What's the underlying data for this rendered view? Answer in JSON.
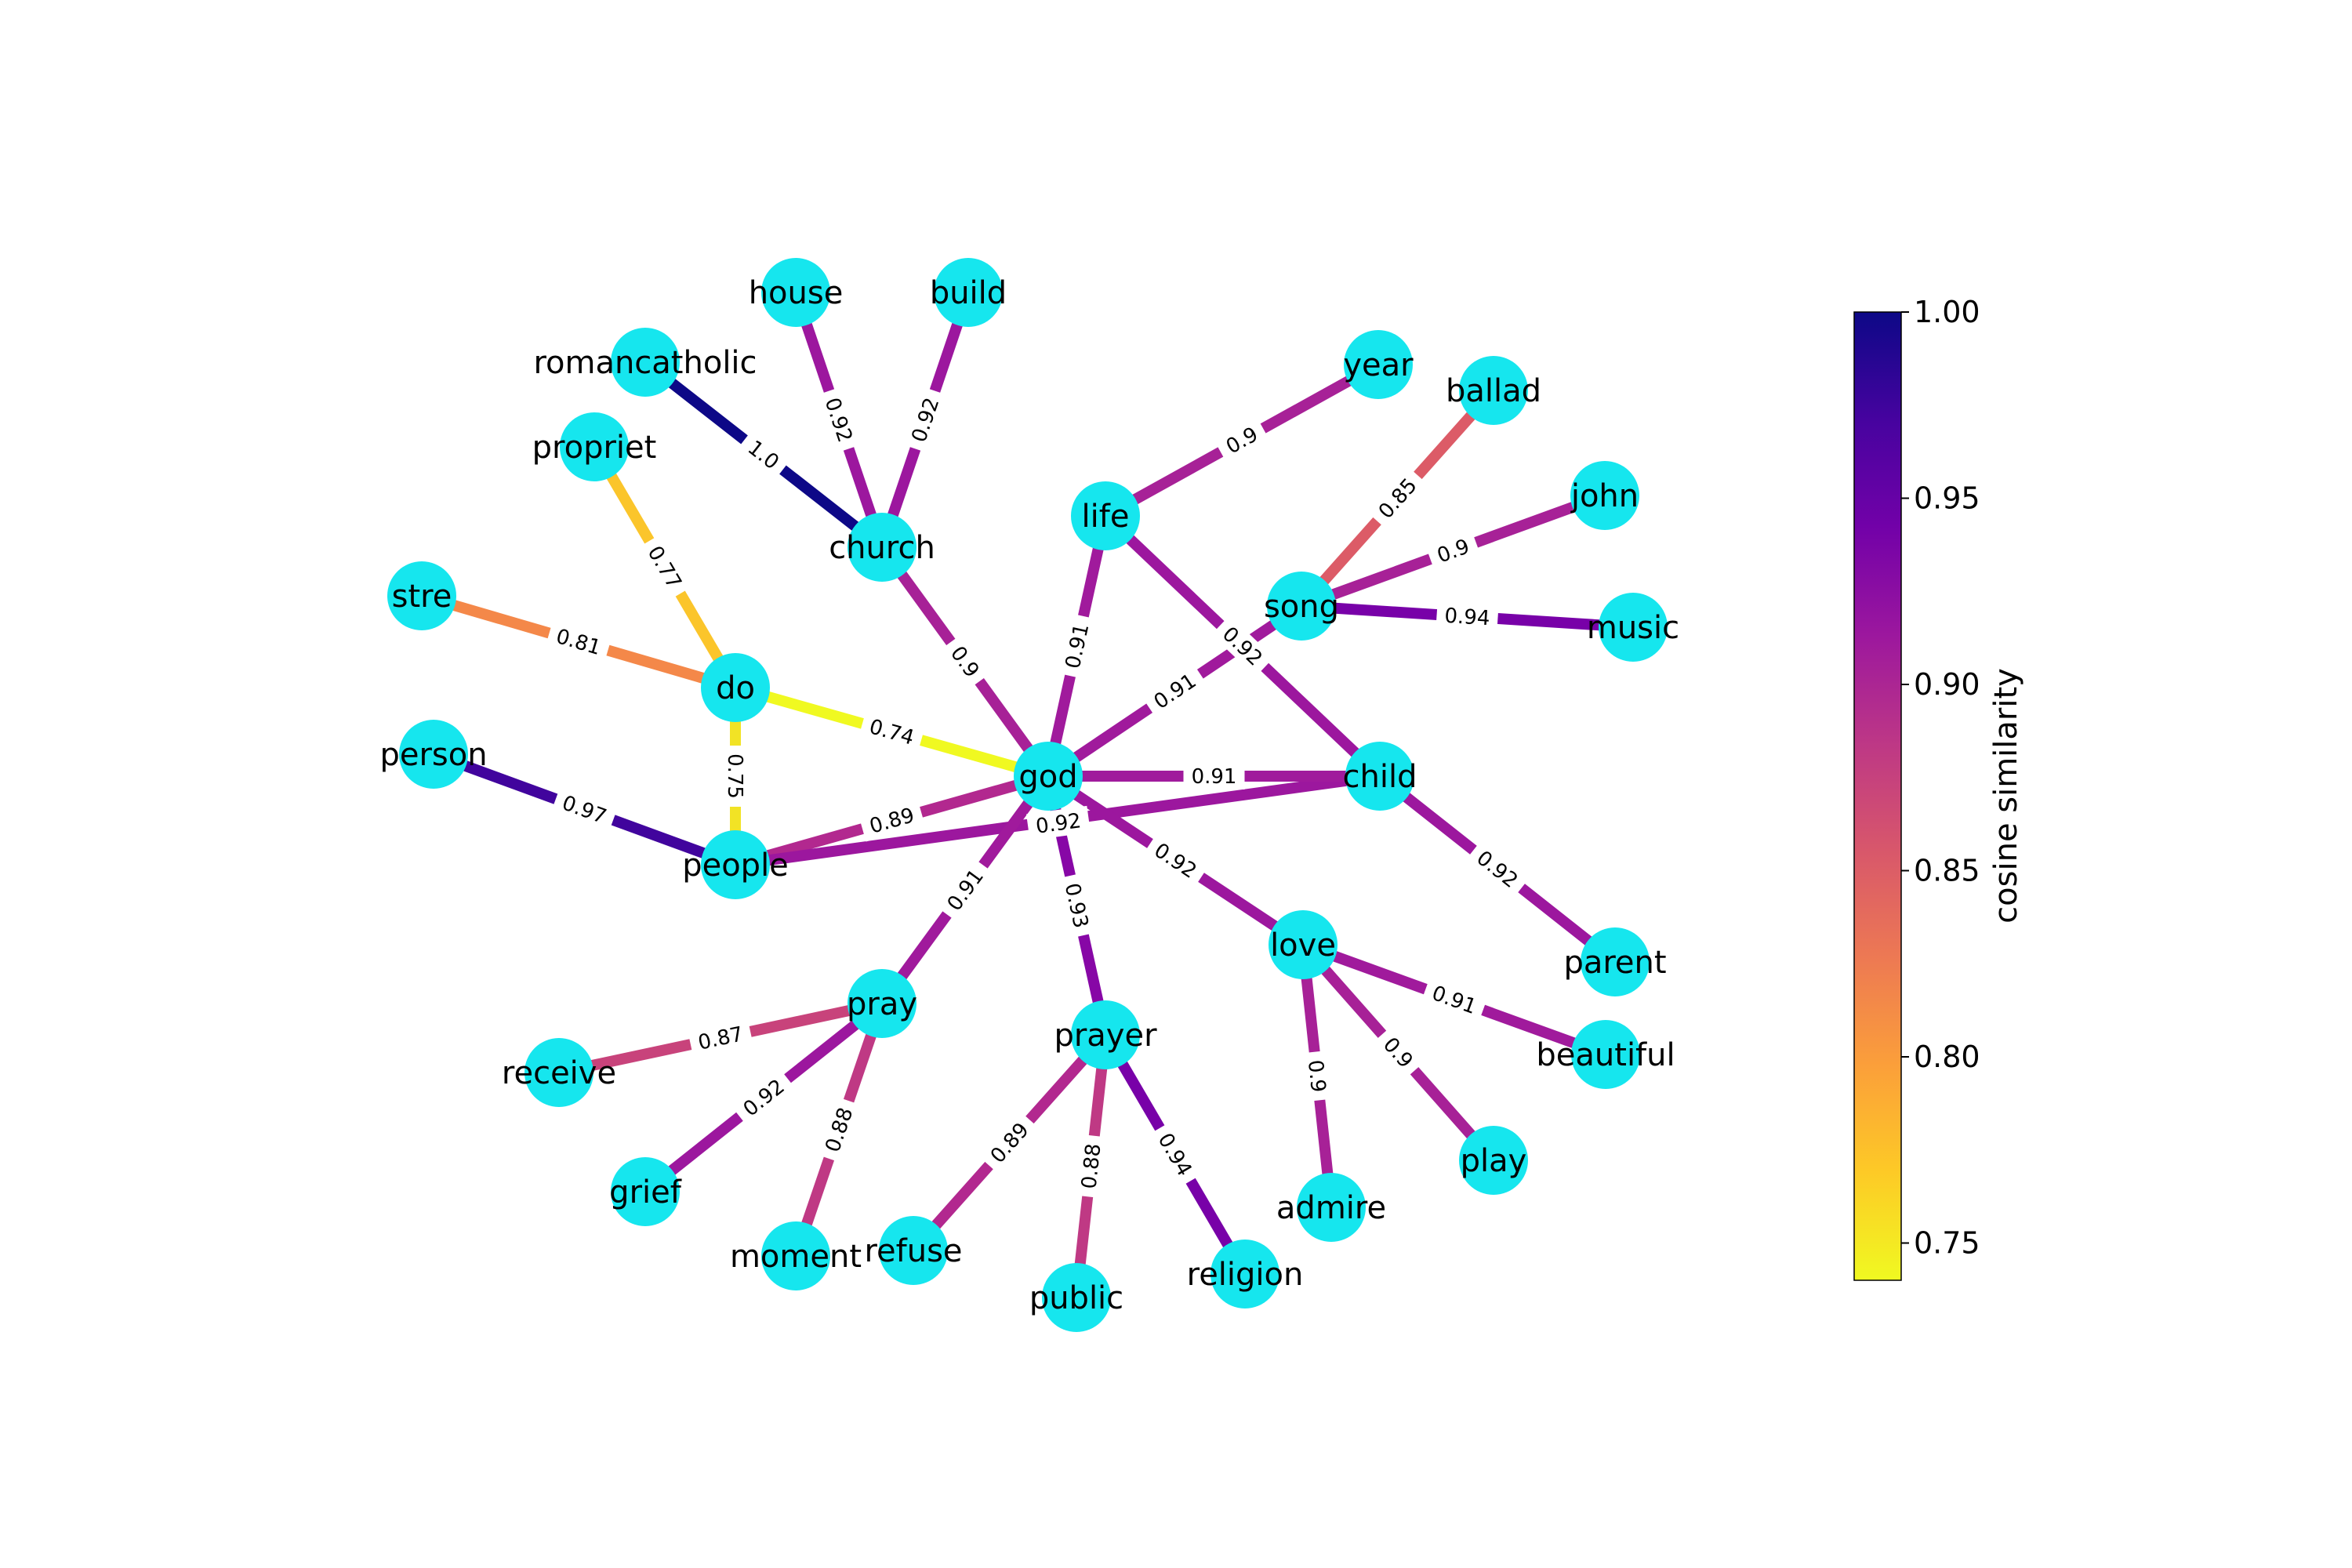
{
  "diagram": {
    "nodes": [
      {
        "id": "god",
        "label": "god"
      },
      {
        "id": "church",
        "label": "church"
      },
      {
        "id": "house",
        "label": "house"
      },
      {
        "id": "build",
        "label": "build"
      },
      {
        "id": "romancatholic",
        "label": "romancatholic"
      },
      {
        "id": "propriet",
        "label": "propriet"
      },
      {
        "id": "stre",
        "label": "stre"
      },
      {
        "id": "do",
        "label": "do"
      },
      {
        "id": "person",
        "label": "person"
      },
      {
        "id": "people",
        "label": "people"
      },
      {
        "id": "life",
        "label": "life"
      },
      {
        "id": "year",
        "label": "year"
      },
      {
        "id": "ballad",
        "label": "ballad"
      },
      {
        "id": "song",
        "label": "song"
      },
      {
        "id": "john",
        "label": "john"
      },
      {
        "id": "music",
        "label": "music"
      },
      {
        "id": "child",
        "label": "child"
      },
      {
        "id": "parent",
        "label": "parent"
      },
      {
        "id": "love",
        "label": "love"
      },
      {
        "id": "beautiful",
        "label": "beautiful"
      },
      {
        "id": "play",
        "label": "play"
      },
      {
        "id": "admire",
        "label": "admire"
      },
      {
        "id": "prayer",
        "label": "prayer"
      },
      {
        "id": "religion",
        "label": "religion"
      },
      {
        "id": "public",
        "label": "public"
      },
      {
        "id": "refuse",
        "label": "refuse"
      },
      {
        "id": "pray",
        "label": "pray"
      },
      {
        "id": "receive",
        "label": "receive"
      },
      {
        "id": "grief",
        "label": "grief"
      },
      {
        "id": "moment",
        "label": "moment"
      }
    ],
    "edges": [
      {
        "source": "house",
        "target": "church",
        "weight": 0.92,
        "label": "0.92",
        "color": "#9c179e"
      },
      {
        "source": "build",
        "target": "church",
        "weight": 0.92,
        "label": "0.92",
        "color": "#9c179e"
      },
      {
        "source": "romancatholic",
        "target": "church",
        "weight": 1.0,
        "label": "1.0",
        "color": "#0d0887"
      },
      {
        "source": "church",
        "target": "god",
        "weight": 0.9,
        "label": "0.9",
        "color": "#a72197"
      },
      {
        "source": "propriet",
        "target": "do",
        "weight": 0.77,
        "label": "0.77",
        "color": "#fbc52b"
      },
      {
        "source": "stre",
        "target": "do",
        "weight": 0.81,
        "label": "0.81",
        "color": "#f48849"
      },
      {
        "source": "do",
        "target": "god",
        "weight": 0.74,
        "label": "0.74",
        "color": "#f0f921"
      },
      {
        "source": "do",
        "target": "people",
        "weight": 0.75,
        "label": "0.75",
        "color": "#f2e325"
      },
      {
        "source": "person",
        "target": "people",
        "weight": 0.97,
        "label": "0.97",
        "color": "#41049d"
      },
      {
        "source": "people",
        "target": "god",
        "weight": 0.89,
        "label": "0.89",
        "color": "#b2288f"
      },
      {
        "source": "people",
        "target": "child",
        "weight": 0.92,
        "label": "0.92",
        "color": "#9c179e"
      },
      {
        "source": "life",
        "target": "year",
        "weight": 0.9,
        "label": "0.9",
        "color": "#a72197"
      },
      {
        "source": "life",
        "target": "god",
        "weight": 0.91,
        "label": "0.91",
        "color": "#a01a9c"
      },
      {
        "source": "life",
        "target": "child",
        "weight": 0.92,
        "label": "0.92",
        "color": "#9c179e"
      },
      {
        "source": "ballad",
        "target": "song",
        "weight": 0.85,
        "label": "0.85",
        "color": "#dc5b67"
      },
      {
        "source": "john",
        "target": "song",
        "weight": 0.9,
        "label": "0.9",
        "color": "#a72197"
      },
      {
        "source": "song",
        "target": "music",
        "weight": 0.94,
        "label": "0.94",
        "color": "#7801a8"
      },
      {
        "source": "song",
        "target": "god",
        "weight": 0.91,
        "label": "0.91",
        "color": "#a01a9c"
      },
      {
        "source": "god",
        "target": "child",
        "weight": 0.91,
        "label": "0.91",
        "color": "#a01a9c"
      },
      {
        "source": "child",
        "target": "parent",
        "weight": 0.92,
        "label": "0.92",
        "color": "#9c179e"
      },
      {
        "source": "god",
        "target": "love",
        "weight": 0.92,
        "label": "0.92",
        "color": "#9c179e"
      },
      {
        "source": "love",
        "target": "beautiful",
        "weight": 0.91,
        "label": "0.91",
        "color": "#a01a9c"
      },
      {
        "source": "love",
        "target": "play",
        "weight": 0.9,
        "label": "0.9",
        "color": "#a72197"
      },
      {
        "source": "love",
        "target": "admire",
        "weight": 0.9,
        "label": "0.9",
        "color": "#a72197"
      },
      {
        "source": "god",
        "target": "prayer",
        "weight": 0.93,
        "label": "0.93",
        "color": "#8707a6"
      },
      {
        "source": "prayer",
        "target": "religion",
        "weight": 0.94,
        "label": "0.94",
        "color": "#7801a8"
      },
      {
        "source": "prayer",
        "target": "public",
        "weight": 0.88,
        "label": "0.88",
        "color": "#bf3984"
      },
      {
        "source": "prayer",
        "target": "refuse",
        "weight": 0.89,
        "label": "0.89",
        "color": "#b2288f"
      },
      {
        "source": "god",
        "target": "pray",
        "weight": 0.91,
        "label": "0.91",
        "color": "#a01a9c"
      },
      {
        "source": "pray",
        "target": "receive",
        "weight": 0.87,
        "label": "0.87",
        "color": "#c8437b"
      },
      {
        "source": "pray",
        "target": "grief",
        "weight": 0.92,
        "label": "0.92",
        "color": "#9c179e"
      },
      {
        "source": "pray",
        "target": "moment",
        "weight": 0.88,
        "label": "0.88",
        "color": "#bf3984"
      }
    ]
  },
  "colorbar": {
    "title": "cosine similarity",
    "min": 0.74,
    "max": 1.0,
    "colormap": "plasma",
    "ticks": [
      {
        "value": 1.0,
        "label": "1.00"
      },
      {
        "value": 0.95,
        "label": "0.95"
      },
      {
        "value": 0.9,
        "label": "0.90"
      },
      {
        "value": 0.85,
        "label": "0.85"
      },
      {
        "value": 0.8,
        "label": "0.80"
      },
      {
        "value": 0.75,
        "label": "0.75"
      }
    ],
    "stops": [
      "#f0f921",
      "#fdca26",
      "#fb9f3a",
      "#ed7953",
      "#d8576b",
      "#bd3786",
      "#9c179e",
      "#7201a8",
      "#46039f",
      "#0d0887"
    ]
  },
  "colors": {
    "node_fill": "#16e6ee",
    "background": "#ffffff"
  }
}
